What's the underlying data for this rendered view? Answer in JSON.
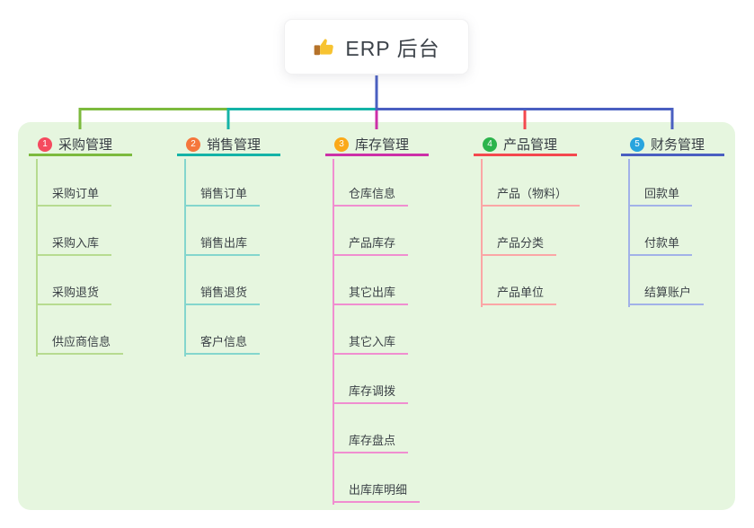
{
  "root": {
    "title": "ERP 后台",
    "icon": "thumbs-up-icon"
  },
  "panel": {
    "background": "#e6f6df"
  },
  "stem_color": "#4a5fc1",
  "branches": [
    {
      "num": "1",
      "label": "采购管理",
      "badge_color": "#f54a5f",
      "line_color": "#7cba3d",
      "line_light": "#b7db90",
      "items": [
        "采购订单",
        "采购入库",
        "采购退货",
        "供应商信息"
      ]
    },
    {
      "num": "2",
      "label": "销售管理",
      "badge_color": "#f5763c",
      "line_color": "#14b3a7",
      "line_light": "#84d6cd",
      "items": [
        "销售订单",
        "销售出库",
        "销售退货",
        "客户信息"
      ]
    },
    {
      "num": "3",
      "label": "库存管理",
      "badge_color": "#fba918",
      "line_color": "#cc30a8",
      "line_light": "#f08ed0",
      "items": [
        "仓库信息",
        "产品库存",
        "其它出库",
        "其它入库",
        "库存调拨",
        "库存盘点",
        "出库库明细"
      ]
    },
    {
      "num": "4",
      "label": "产品管理",
      "badge_color": "#2cb44c",
      "line_color": "#f4484e",
      "line_light": "#fba6a6",
      "items": [
        "产品（物料）",
        "产品分类",
        "产品单位"
      ]
    },
    {
      "num": "5",
      "label": "财务管理",
      "badge_color": "#27a4de",
      "line_color": "#4a5fc1",
      "line_light": "#a2b2e8",
      "items": [
        "回款单",
        "付款单",
        "结算账户"
      ]
    }
  ]
}
